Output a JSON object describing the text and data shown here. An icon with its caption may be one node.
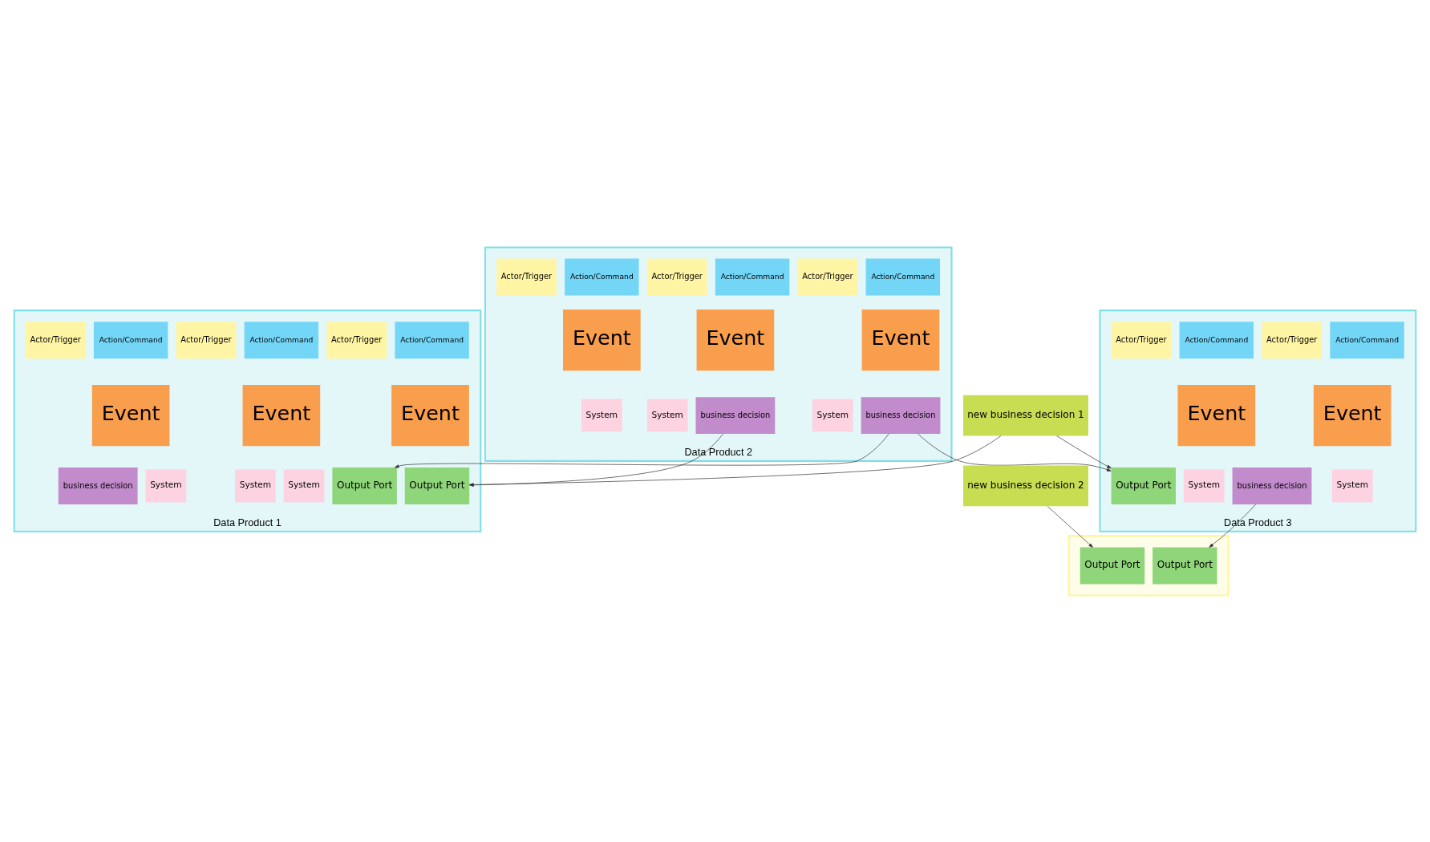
{
  "diagram": {
    "nodes": [
      {
        "text": [
          "Data Product 1"
        ]
      },
      {
        "text": [
          "Action/Command"
        ],
        "in": 0
      },
      {
        "text": [
          "Event"
        ],
        "in": 0
      },
      {
        "text": [
          "Actor/Trigger"
        ],
        "in": 0
      },
      {
        "text": [
          "System"
        ],
        "in": 0
      },
      {
        "text": [
          "Output Port"
        ],
        "in": 0
      },
      {
        "text": [
          "Action/Command"
        ],
        "in": 0
      },
      {
        "text": [
          "Event"
        ],
        "in": 0
      },
      {
        "text": [
          "Actor/Trigger"
        ],
        "in": 0
      },
      {
        "text": [
          "System"
        ],
        "in": 0
      },
      {
        "text": [
          "business decision"
        ],
        "in": 0
      },
      {
        "text": [
          "Action/Command"
        ],
        "in": 0
      },
      {
        "text": [
          "Event"
        ],
        "in": 0
      },
      {
        "text": [
          "Actor/Trigger"
        ],
        "in": 0
      },
      {
        "text": [
          "System"
        ],
        "in": 0
      },
      {
        "text": [
          "Output Port"
        ],
        "in": 0
      },
      {
        "text": [
          "Data Product 3"
        ]
      },
      {
        "text": [
          "Action/Command"
        ],
        "in": 16
      },
      {
        "text": [
          "Event"
        ],
        "in": 16
      },
      {
        "text": [
          "Actor/Trigger"
        ],
        "in": 16
      },
      {
        "text": [
          "System"
        ],
        "in": 16
      },
      {
        "text": [
          "Output Port"
        ],
        "in": 16
      },
      {
        "text": [
          "Action/Command"
        ],
        "in": 16
      },
      {
        "text": [
          "Event"
        ],
        "in": 16
      },
      {
        "text": [
          "Actor/Trigger"
        ],
        "in": 16
      },
      {
        "text": [
          "System"
        ],
        "in": 16
      },
      {
        "text": [
          "business decision"
        ],
        "in": 16
      },
      {
        "text": [
          "Data Product 2"
        ]
      },
      {
        "text": [
          "Action/Command"
        ],
        "in": 27
      },
      {
        "text": [
          "Event"
        ],
        "in": 27
      },
      {
        "text": [
          "Actor/Trigger"
        ],
        "in": 27
      },
      {
        "text": [
          "System"
        ],
        "in": 27
      },
      {
        "text": [
          "business decision"
        ],
        "in": 27
      },
      {
        "text": [
          "Action/Command"
        ],
        "in": 27
      },
      {
        "text": [
          "Event"
        ],
        "in": 27
      },
      {
        "text": [
          "Actor/Trigger"
        ],
        "in": 27
      },
      {
        "text": [
          "System"
        ],
        "in": 27
      },
      {
        "text": [
          "business decision"
        ],
        "in": 27
      },
      {
        "text": [
          "Action/Command"
        ],
        "in": 27
      },
      {
        "text": [
          "Event"
        ],
        "in": 27
      },
      {
        "text": [
          "Actor/Trigger"
        ],
        "in": 27
      },
      {
        "text": [
          "System"
        ],
        "in": 27
      },
      {
        "text": [
          "new business decision 1"
        ]
      },
      {
        "text": [
          "new business decision 2"
        ]
      },
      {
        "text": [],
        "shape": "box"
      },
      {
        "text": [
          "Output Port"
        ],
        "in": 44
      },
      {
        "text": [
          "Output Port"
        ],
        "in": 44
      }
    ],
    "edges": [
      {
        "from": 32,
        "to": 5,
        "arrow": "to"
      },
      {
        "from": 32,
        "to": 21,
        "arrow": "to"
      },
      {
        "from": 37,
        "to": 15,
        "arrow": "to"
      },
      {
        "from": 42,
        "to": 15,
        "arrow": "to"
      },
      {
        "from": 42,
        "to": 21,
        "arrow": "to"
      },
      {
        "from": 26,
        "to": 45,
        "arrow": "to"
      },
      {
        "from": 43,
        "to": 46,
        "arrow": "to"
      }
    ]
  }
}
